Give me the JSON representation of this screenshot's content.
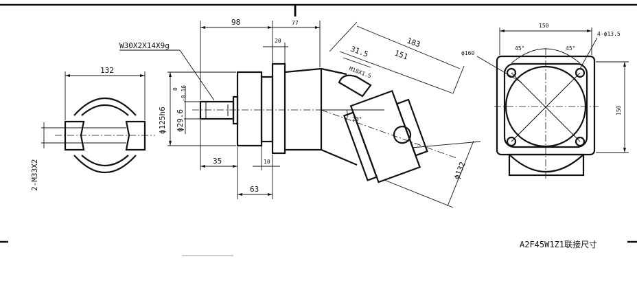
{
  "title": "A2F45W1Z1联接尺寸",
  "dims": {
    "d132_top": "132",
    "port": "2-M33X2",
    "spline": "W30X2X14X9g",
    "d98": "98",
    "d77": "77",
    "d20": "20",
    "phi125": "ϕ125h6",
    "phi29": "ϕ29.6",
    "tol_up": "0",
    "tol_low": "-0.16",
    "d35": "35",
    "d10": "10",
    "d63": "63",
    "d183": "183",
    "d151": "151",
    "d315": "31.5",
    "m18": "M18X1.5",
    "ang20": "20°",
    "phi132": "ϕ132",
    "d150_top": "150",
    "d150_side": "150",
    "holes": "4-ϕ13.5",
    "phi160": "ϕ160",
    "ang45a": "45°",
    "ang45b": "45°"
  }
}
